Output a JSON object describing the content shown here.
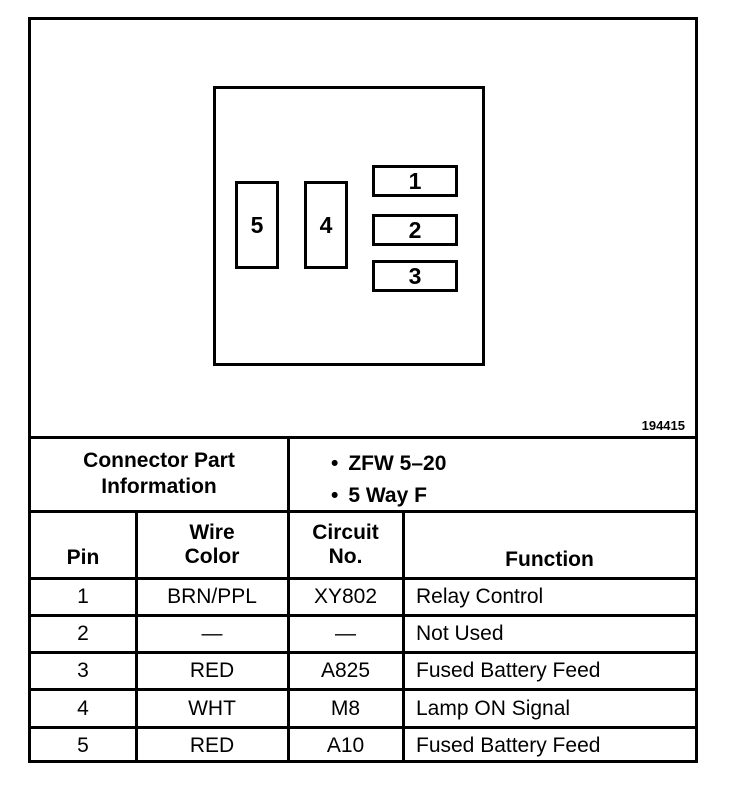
{
  "diagram": {
    "figure_id": "194415",
    "pins_vertical": [
      "5",
      "4"
    ],
    "pins_horizontal": [
      "1",
      "2",
      "3"
    ]
  },
  "connector_info": {
    "label_line1": "Connector Part",
    "label_line2": "Information",
    "bullets": [
      "ZFW 5–20",
      "5 Way F"
    ]
  },
  "table": {
    "headers": {
      "pin": "Pin",
      "wire_color_line1": "Wire",
      "wire_color_line2": "Color",
      "circuit_line1": "Circuit",
      "circuit_line2": "No.",
      "function": "Function"
    },
    "rows": [
      {
        "pin": "1",
        "wire_color": "BRN/PPL",
        "circuit": "XY802",
        "function": "Relay Control"
      },
      {
        "pin": "2",
        "wire_color": "—",
        "circuit": "—",
        "function": "Not Used"
      },
      {
        "pin": "3",
        "wire_color": "RED",
        "circuit": "A825",
        "function": "Fused Battery Feed"
      },
      {
        "pin": "4",
        "wire_color": "WHT",
        "circuit": "M8",
        "function": "Lamp ON Signal"
      },
      {
        "pin": "5",
        "wire_color": "RED",
        "circuit": "A10",
        "function": "Fused Battery Feed"
      }
    ]
  }
}
